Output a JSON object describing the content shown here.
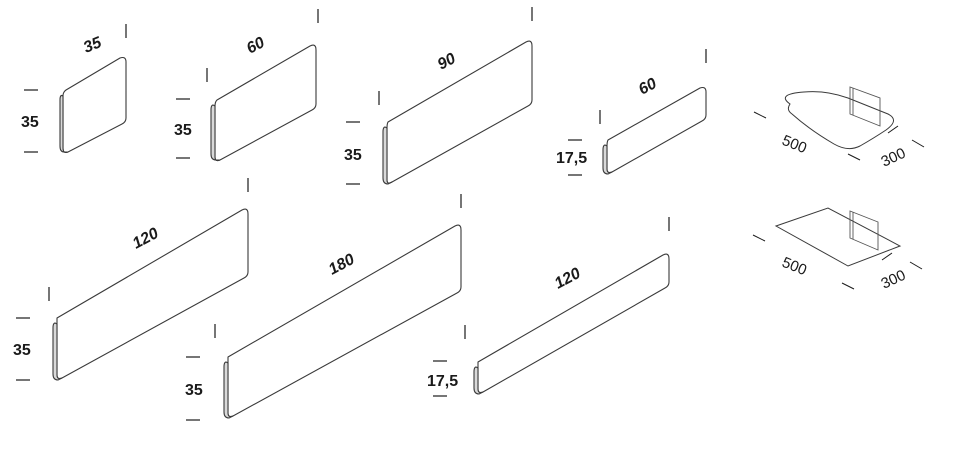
{
  "panels": [
    {
      "length": "35",
      "height": "35"
    },
    {
      "length": "60",
      "height": "35"
    },
    {
      "length": "90",
      "height": "35"
    },
    {
      "length": "60",
      "height": "17,5"
    },
    {
      "length": "120",
      "height": "35"
    },
    {
      "length": "180",
      "height": "35"
    },
    {
      "length": "120",
      "height": "17,5"
    }
  ],
  "shelves": [
    {
      "shape": "oval",
      "length": "500",
      "depth": "300"
    },
    {
      "shape": "rectangular",
      "length": "500",
      "depth": "300"
    }
  ]
}
